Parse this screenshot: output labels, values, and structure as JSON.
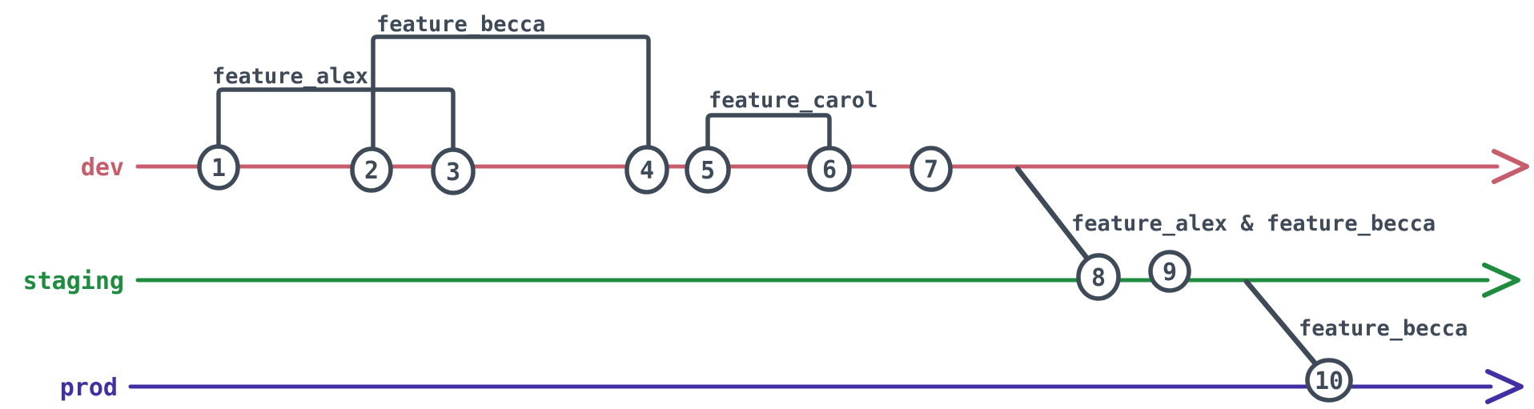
{
  "diagram": {
    "colors": {
      "dev": "#c75d6c",
      "staging": "#1f8b3e",
      "prod": "#4130a3",
      "ink": "#3f4a58",
      "background": "#ffffff"
    },
    "branches": {
      "dev": {
        "label": "dev"
      },
      "staging": {
        "label": "staging"
      },
      "prod": {
        "label": "prod"
      }
    },
    "commits": [
      "1",
      "2",
      "3",
      "4",
      "5",
      "6",
      "7",
      "8",
      "9",
      "10"
    ],
    "feature_labels": {
      "alex": "feature_alex",
      "becca": "feature_becca",
      "carol": "feature_carol",
      "merge_to_staging": "feature_alex & feature_becca",
      "merge_to_prod": "feature_becca"
    }
  }
}
